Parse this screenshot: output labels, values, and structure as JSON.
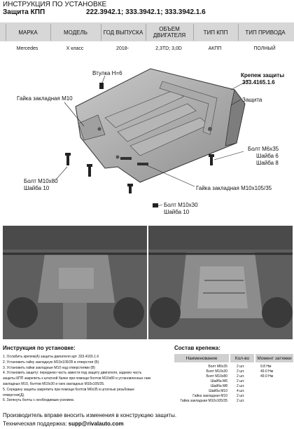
{
  "header": {
    "title": "ИНСТРУКЦИЯ ПО УСТАНОВКЕ",
    "subtitle": "Защита КПП",
    "codes": "222.3942.1; 333.3942.1; 333.3942.1.6"
  },
  "spec": {
    "columns": [
      {
        "head": "МАРКА",
        "value": "Mercedes"
      },
      {
        "head": "МОДЕЛЬ",
        "value": "X класс"
      },
      {
        "head": "ГОД ВЫПУСКА",
        "value": "2018-"
      },
      {
        "head": "ОБЪЕМ ДВИГАТЕЛЯ",
        "value": "2,3TD; 3,0D"
      },
      {
        "head": "ТИП КПП",
        "value": "АКПП"
      },
      {
        "head": "ТИП ПРИВОДА",
        "value": "ПОЛНЫЙ"
      }
    ]
  },
  "drawing": {
    "bushing": "Втулка H=6",
    "nut_m10": "Гайка закладная М10",
    "fastener_title": "Крепеж защиты",
    "fastener_code": "333.4165.1.6",
    "guard": "Защита",
    "bolt_m6": "Болт М6x35",
    "washer6": "Шайба 6",
    "washer8": "Шайба 8",
    "bolt_m10x80": "Болт М10x80",
    "washer10a": "Шайба 10",
    "nut_m10x105": "Гайка закладная М10x105/35",
    "bolt_m10x30": "Болт М10x30",
    "washer10b": "Шайба 10"
  },
  "instructions": {
    "title": "Инструкция по установке:",
    "steps": [
      "1. Ослабить крепеж(А) защиты двигателя арт. 333.4165.1.6",
      "2. Установить гайку закладную М10x105/35 в отверстия (Б)",
      "3. Установить гайки закладные М10 над отверстиями (В)",
      "4. Установить защиту: переднюю часть завести под защиту двигателя, заднюю часть",
      "защиты КПП закрепить к штатной балке при помощи болтов М10x80 и установленных гаек",
      "закладных М10, болтов М10x30 и гаек закладных М10x105/35.",
      "5. Середину защиты закрепить при помощи болтов М6x35 в штатные резьбовые",
      "отверстия(Д).",
      "6. Затянуть болты с необходимым усилием."
    ]
  },
  "parts": {
    "title": "Состав крепежа:",
    "headers": [
      "Наименование",
      "Кол-во",
      "Момент затяжки"
    ],
    "rows": [
      {
        "name": "Болт М6x35",
        "qty": "2 шт.",
        "torque": "9.8 Нм"
      },
      {
        "name": "Болт М10x30",
        "qty": "2 шт.",
        "torque": "49.0 Нм"
      },
      {
        "name": "Болт М10x80",
        "qty": "2 шт.",
        "torque": "49.0 Нм"
      },
      {
        "name": "Шайба М6",
        "qty": "2 шт.",
        "torque": ""
      },
      {
        "name": "Шайба М8",
        "qty": "2 шт.",
        "torque": ""
      },
      {
        "name": "Шайба М10",
        "qty": "4 шт.",
        "torque": ""
      },
      {
        "name": "Гайка закладная М10",
        "qty": "2 шт.",
        "torque": ""
      },
      {
        "name": "Гайка закладная М10x105/35",
        "qty": "2 шт.",
        "torque": ""
      }
    ]
  },
  "footer": {
    "notice": "Производитель вправе вносить изменения в конструкцию защиты.",
    "support_label": "Техническая поддержка:",
    "support_email": "supp@rivalauto.com"
  }
}
